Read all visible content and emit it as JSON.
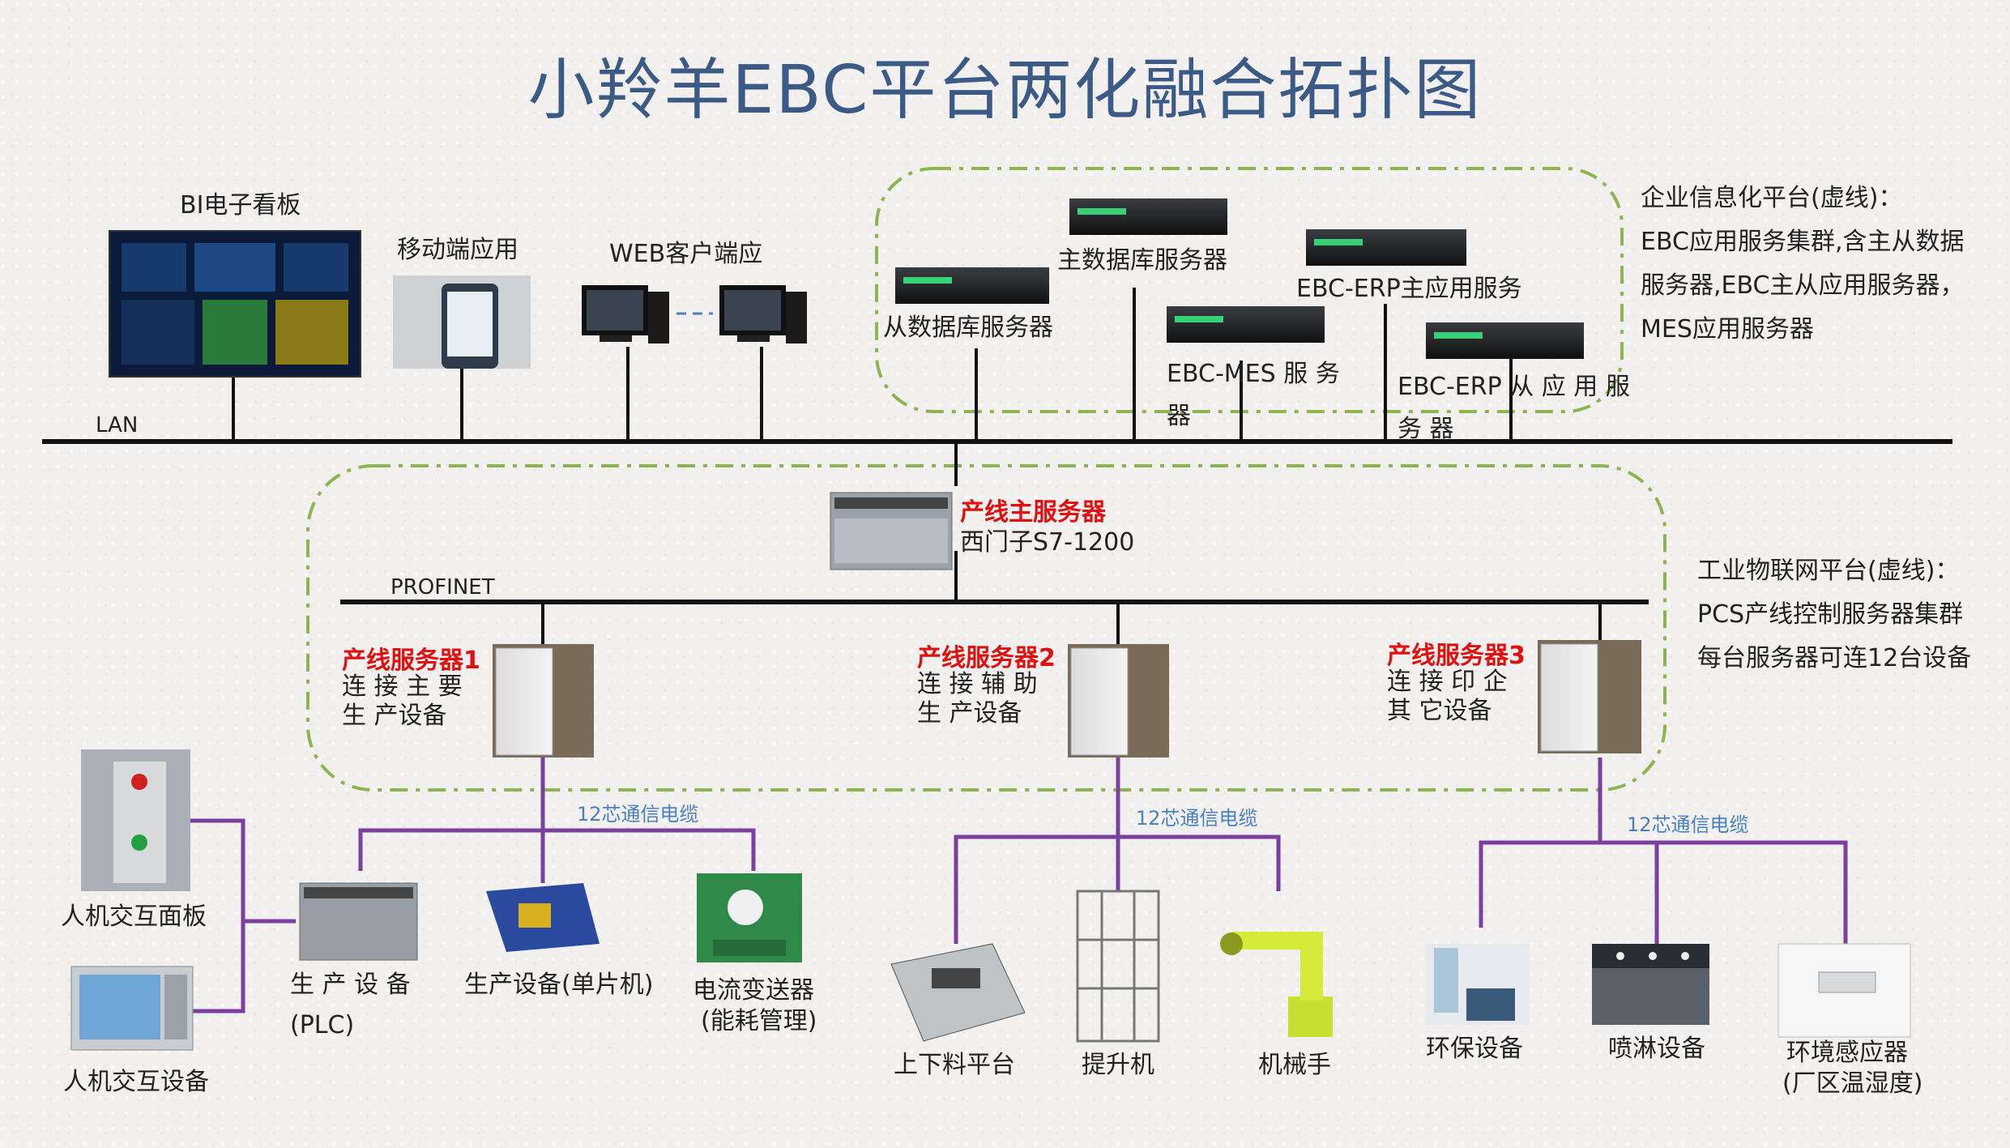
{
  "title": "小羚羊EBC平台两化融合拓扑图",
  "network": {
    "lan_label": "LAN",
    "profinet_label": "PROFINET",
    "cable_label": "12芯通信电缆"
  },
  "lan_clients": {
    "bi_board": "BI电子看板",
    "mobile_app": "移动端应用",
    "web_client": "WEB客户端应"
  },
  "enterprise_servers": {
    "main_db": "主数据库服务器",
    "slave_db": "从数据库服务器",
    "erp_main": "EBC-ERP主应用服务",
    "mes": "EBC-MES 服 务 器",
    "erp_slave": "EBC-ERP 从 应 用 服 务 器"
  },
  "enterprise_note": {
    "heading": "企业信息化平台(虚线)：",
    "body": "EBC应用服务集群,含主从数据服务器,EBC主从应用服务器，MES应用服务器"
  },
  "industrial_note": {
    "heading": "工业物联网平台(虚线)：",
    "body": "PCS产线控制服务器集群每台服务器可连12台设备"
  },
  "main_server": {
    "name": "产线主服务器",
    "model": "西门子S7-1200"
  },
  "line_servers": [
    {
      "name": "产线服务器1",
      "desc": "连 接 主 要 生 产设备"
    },
    {
      "name": "产线服务器2",
      "desc": "连 接 辅 助 生 产设备"
    },
    {
      "name": "产线服务器3",
      "desc": "连 接 印 企 其 它设备"
    }
  ],
  "devices": {
    "hmi_panel": "人机交互面板",
    "hmi_device": "人机交互设备",
    "plc_line1": "生 产 设 备",
    "plc_line2": "(PLC)",
    "mcu": "生产设备(单片机)",
    "transmitter_line1": "电流变送器",
    "transmitter_line2": "(能耗管理)",
    "loading": "上下料平台",
    "lift": "提升机",
    "robot": "机械手",
    "env_protect": "环保设备",
    "spray": "喷淋设备",
    "env_sensor_line1": "环境感应器",
    "env_sensor_line2": "(厂区温湿度)"
  },
  "colors": {
    "title": "#3c5a86",
    "dashed_border": "#8cb450",
    "device_link": "#7b3fa0",
    "bus": "#111111",
    "highlight": "#e01010"
  }
}
